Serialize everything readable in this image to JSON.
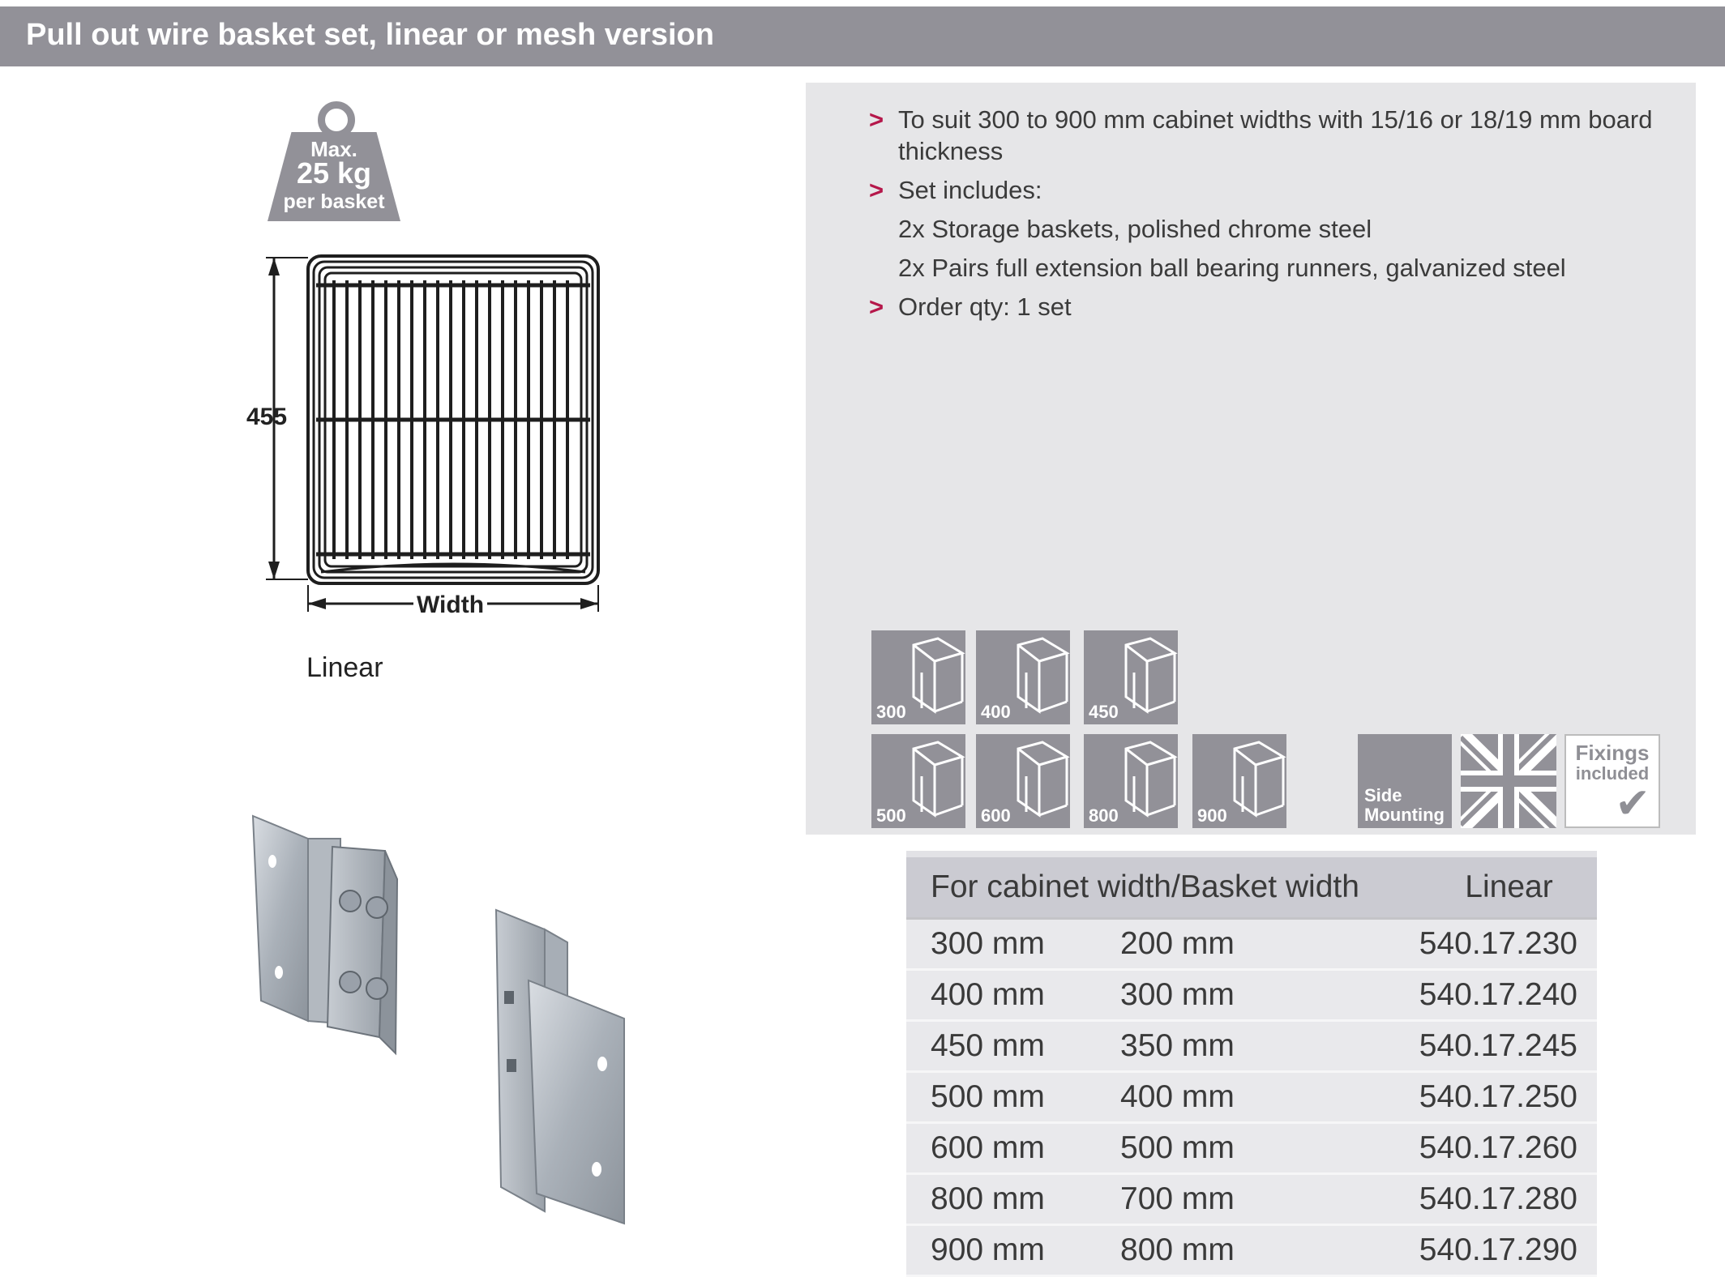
{
  "header": {
    "title": "Pull out wire basket set, linear or mesh version"
  },
  "weight_badge": {
    "line1": "Max.",
    "line2": "25 kg",
    "line3": "per basket"
  },
  "drawing": {
    "height_label": "455",
    "width_label": "Width",
    "caption": "Linear"
  },
  "features": [
    {
      "text": "To suit 300 to 900 mm cabinet widths with 15/16 or 18/19 mm board thickness",
      "bullet": true
    },
    {
      "text": "Set includes:",
      "bullet": true
    },
    {
      "text": "2x Storage baskets, polished chrome steel",
      "bullet": false
    },
    {
      "text": "2x Pairs full extension ball bearing runners, galvanized steel",
      "bullet": false
    },
    {
      "text": "Order qty:  1 set",
      "bullet": true
    }
  ],
  "width_icons": [
    "300",
    "400",
    "450",
    "500",
    "600",
    "800",
    "900"
  ],
  "badges": {
    "side_mounting_line1": "Side",
    "side_mounting_line2": "Mounting",
    "fixings_line1": "Fixings",
    "fixings_line2": "included",
    "fixings_mark": "✔"
  },
  "colors": {
    "header_bg": "#929198",
    "panel_bg": "#e6e6e8",
    "bullet": "#b5174a"
  },
  "table": {
    "headers": [
      "For cabinet width/Basket width",
      "Linear"
    ],
    "rows": [
      [
        "300 mm",
        "200 mm",
        "540.17.230"
      ],
      [
        "400 mm",
        "300 mm",
        "540.17.240"
      ],
      [
        "450 mm",
        "350 mm",
        "540.17.245"
      ],
      [
        "500 mm",
        "400 mm",
        "540.17.250"
      ],
      [
        "600 mm",
        "500 mm",
        "540.17.260"
      ],
      [
        "800 mm",
        "700 mm",
        "540.17.280"
      ],
      [
        "900 mm",
        "800 mm",
        "540.17.290"
      ]
    ]
  }
}
